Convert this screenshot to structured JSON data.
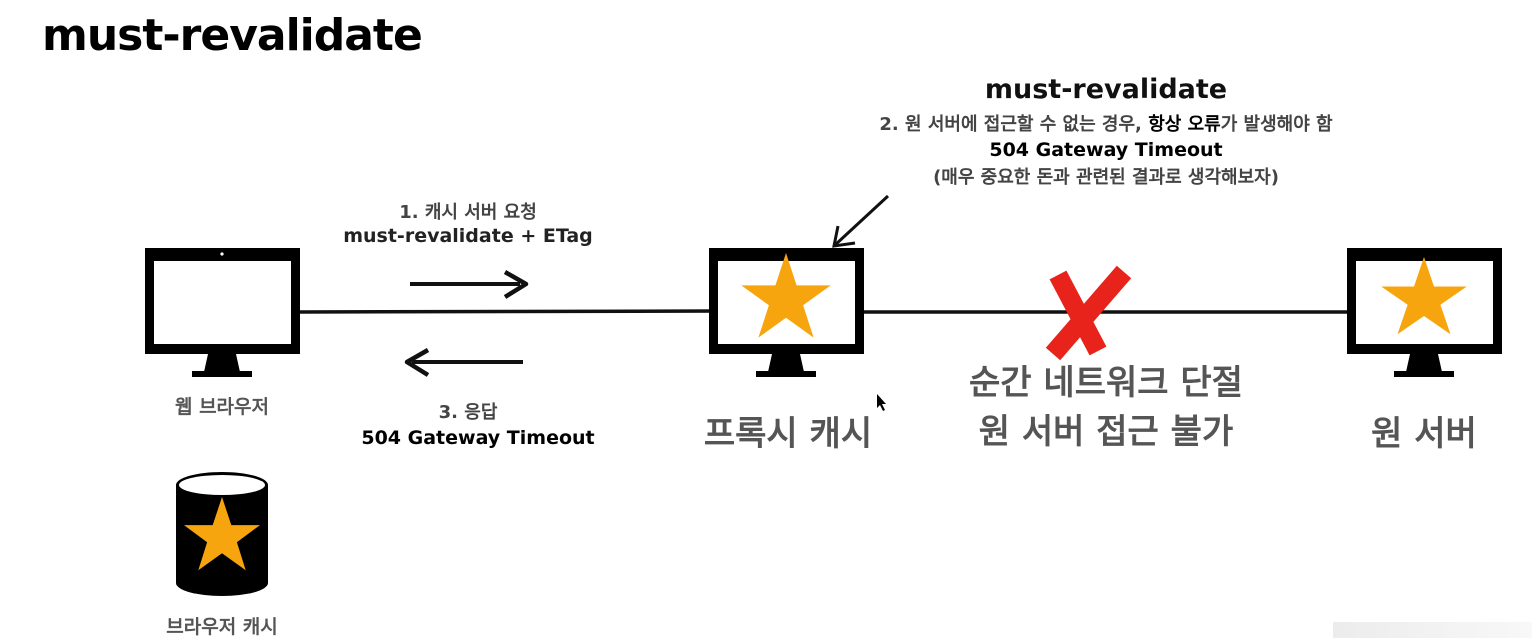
{
  "title": "must-revalidate",
  "note": {
    "title": "must-revalidate",
    "line1_prefix": "2. 원 서버에 접근할 수 없는 경우,",
    "line1_emphasis": "항상 오류",
    "line1_suffix": "가 발생해야 함",
    "line2": "504 Gateway Timeout",
    "line3": "(매우 중요한 돈과 관련된 결과로 생각해보자)"
  },
  "request": {
    "line1": "1. 캐시 서버 요청",
    "line2": "must-revalidate + ETag"
  },
  "response": {
    "line1": "3. 응답",
    "line2": "504 Gateway Timeout"
  },
  "nodes": {
    "browser": "웹 브라우저",
    "browser_cache": "브라우저 캐시",
    "proxy_cache": "프록시 캐시",
    "origin_server": "원 서버"
  },
  "outage": {
    "line1": "순간 네트워크 단절",
    "line2": "원 서버 접근 불가"
  },
  "colors": {
    "star": "#F7A50F",
    "cross": "#E8231B",
    "monitor": "#000000"
  }
}
